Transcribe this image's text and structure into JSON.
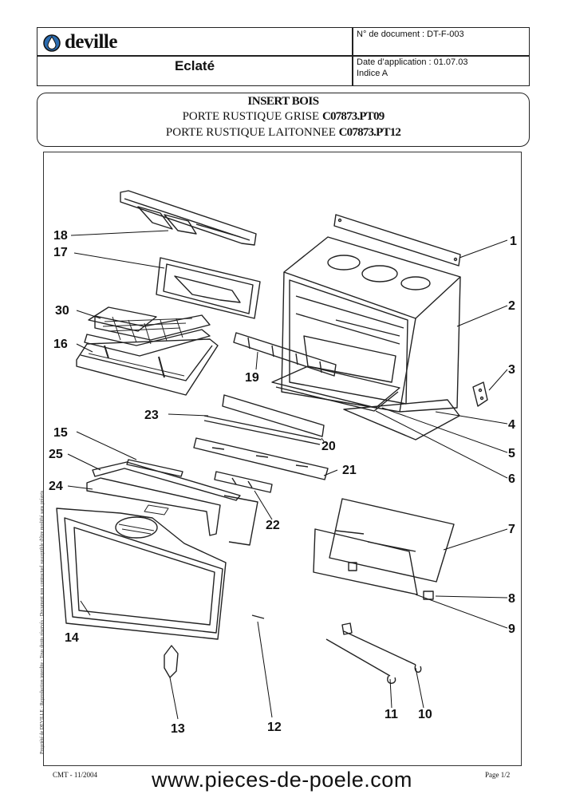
{
  "header": {
    "brand": "deville",
    "doc_number": "N° de document : DT-F-003",
    "title": "Eclaté",
    "date_application": "Date d’application : 01.07.03",
    "indice": "Indice A"
  },
  "product": {
    "line1": "INSERT BOIS",
    "line2_text": "PORTE RUSTIQUE GRISE ",
    "line2_ref": "C07873.PT09",
    "line3_text": "PORTE RUSTIQUE LAITONNEE ",
    "line3_ref": "C07873.PT12"
  },
  "parts": [
    "1",
    "2",
    "3",
    "4",
    "5",
    "6",
    "7",
    "8",
    "9",
    "10",
    "11",
    "12",
    "13",
    "14",
    "15",
    "16",
    "17",
    "18",
    "19",
    "20",
    "21",
    "22",
    "23",
    "24",
    "25",
    "30"
  ],
  "side_note": "Propriété de DEVILLE - Reproduction interdite - Tous droits réservés - Document non contractuel susceptible d'être modifié sans préavis",
  "footer": {
    "left": "CMT - 11/2004",
    "website": "www.pieces-de-poele.com",
    "right": "Page 1/2"
  }
}
